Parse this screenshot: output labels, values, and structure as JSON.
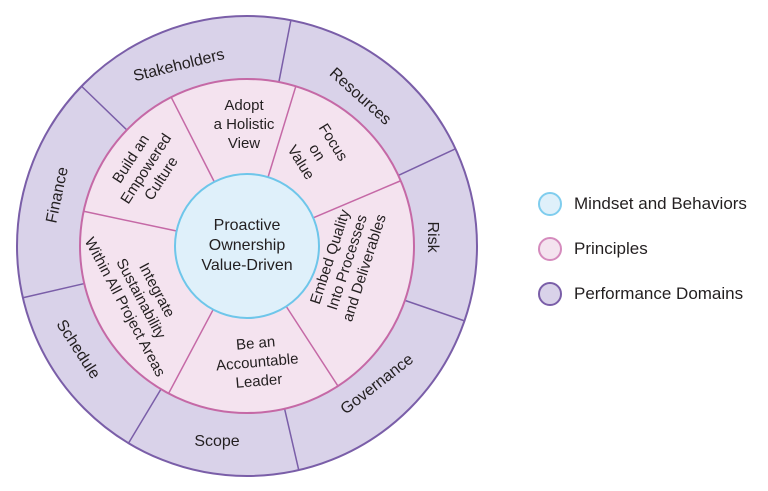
{
  "center": {
    "lines": [
      "Proactive",
      "Ownership",
      "Value-Driven"
    ]
  },
  "principles": [
    {
      "lines": [
        "Adopt",
        "a Holistic",
        "View"
      ]
    },
    {
      "lines": [
        "Focus",
        "on",
        "Value"
      ]
    },
    {
      "lines": [
        "Embed Quality",
        "Into Processes",
        "and Deliverables"
      ]
    },
    {
      "lines": [
        "Be an",
        "Accountable",
        "Leader"
      ]
    },
    {
      "lines": [
        "Integrate",
        "Sustainability",
        "Within All Project Areas"
      ]
    },
    {
      "lines": [
        "Build an",
        "Empowered",
        "Culture"
      ]
    }
  ],
  "domains": [
    "Stakeholders",
    "Resources",
    "Risk",
    "Governance",
    "Scope",
    "Schedule",
    "Finance"
  ],
  "legend": [
    {
      "label": "Mindset and Behaviors",
      "fill": "#dff0fa",
      "stroke": "#7fcdee"
    },
    {
      "label": "Principles",
      "fill": "#f4e3ef",
      "stroke": "#d58bbd"
    },
    {
      "label": "Performance Domains",
      "fill": "#d9d2e9",
      "stroke": "#7a5ea8"
    }
  ],
  "colors": {
    "outer_fill": "#d9d2e9",
    "outer_stroke": "#7a5ea8",
    "mid_fill": "#f4e3ef",
    "mid_stroke": "#c569a6",
    "inner_fill": "#dff0fa",
    "inner_stroke": "#6ec6ea"
  }
}
